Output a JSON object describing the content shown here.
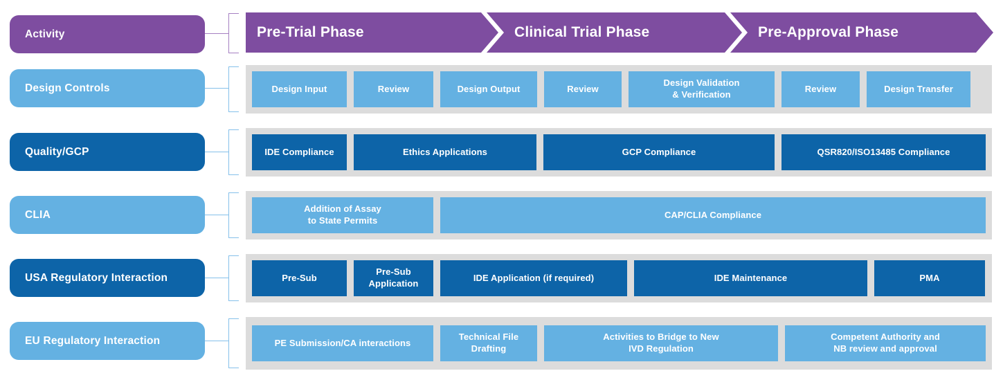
{
  "colors": {
    "purple": "#7e4da0",
    "dark_blue": "#0d64a8",
    "light_blue": "#64b1e2",
    "strip_gray": "#dcdcdc",
    "text": "#ffffff",
    "bracket_purple": "#a57fc2",
    "bracket_blue": "#85c0ea"
  },
  "rows": [
    {
      "label": "Activity",
      "type": "phase-arrows",
      "items": [
        "Pre-Trial Phase",
        "Clinical Trial Phase",
        "Pre-Approval Phase"
      ]
    },
    {
      "label": "Design Controls",
      "type": "tasks",
      "items": [
        "Design Input",
        "Review",
        "Design Output",
        "Review",
        "Design Validation\n& Verification",
        "Review",
        "Design Transfer"
      ]
    },
    {
      "label": "Quality/GCP",
      "type": "tasks",
      "items": [
        "IDE Compliance",
        "Ethics Applications",
        "GCP Compliance",
        "QSR820/ISO13485 Compliance"
      ]
    },
    {
      "label": "CLIA",
      "type": "tasks",
      "items": [
        "Addition of Assay\nto State Permits",
        "CAP/CLIA Compliance"
      ]
    },
    {
      "label": "USA Regulatory Interaction",
      "type": "tasks",
      "items": [
        "Pre-Sub",
        "Pre-Sub\nApplication",
        "IDE Application (if required)",
        "IDE Maintenance",
        "PMA"
      ]
    },
    {
      "label": "EU Regulatory Interaction",
      "type": "tasks",
      "items": [
        "PE Submission/CA interactions",
        "Technical File\nDrafting",
        "Activities to Bridge to New\nIVD Regulation",
        "Competent Authority and\nNB review and approval"
      ]
    }
  ]
}
